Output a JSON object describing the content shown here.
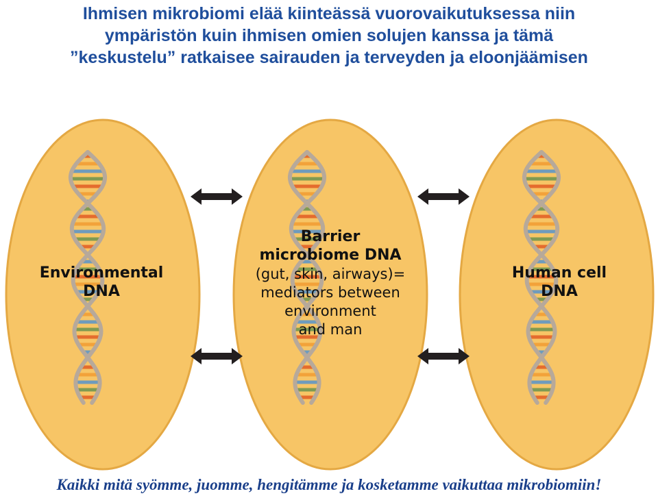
{
  "title": {
    "line1": "Ihmisen mikrobiomi elää kiinteässä vuorovaikutuksessa niin",
    "line2": "ympäristön kuin ihmisen omien solujen kanssa ja tämä",
    "line3": "”keskustelu” ratkaisee sairauden ja terveyden ja eloonjäämisen"
  },
  "ovals": {
    "left": {
      "line1": "Environmental",
      "line2": "DNA"
    },
    "center": {
      "line1": "Barrier",
      "line2": "microbiome DNA",
      "line3": "(gut, skin, airways)=",
      "line4": "mediators between",
      "line5": "environment",
      "line6": "and man"
    },
    "right": {
      "line1": "Human cell",
      "line2": "DNA"
    }
  },
  "footer": "Kaikki mitä syömme, juomme, hengitämme ja kosketamme vaikuttaa mikrobiomiin!",
  "colors": {
    "title": "#1f4e9c",
    "oval_fill": "#f7c566",
    "oval_stroke": "#e4a843",
    "arrow": "#231f20",
    "helix_strand": "#b7a99a",
    "rung_colors": [
      "#e46c2e",
      "#f2a23a",
      "#6e9bbd",
      "#7f9a52"
    ]
  }
}
